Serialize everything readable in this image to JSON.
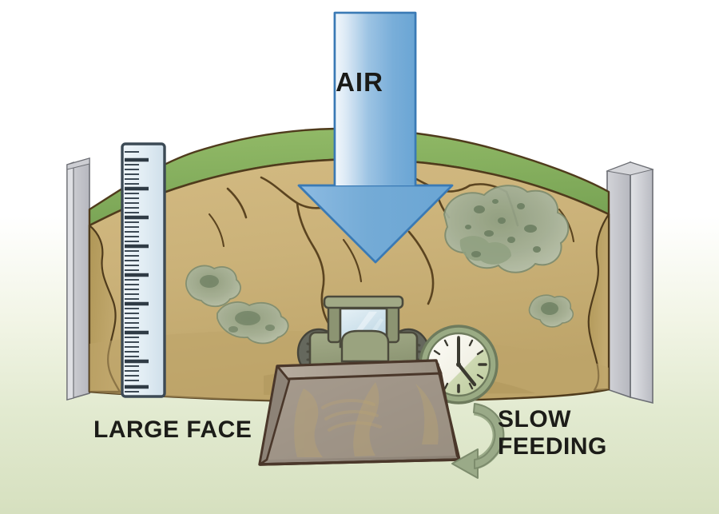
{
  "illustration": {
    "title": "Silage bunker face management diagram",
    "background": {
      "top_color": "#ffffff",
      "bottom_color": "#d6e0bf"
    },
    "labels": {
      "air": "AIR",
      "large_face": "LARGE FACE",
      "slow_feeding_line1": "SLOW",
      "slow_feeding_line2": "FEEDING"
    },
    "colors": {
      "arrow_blue_light": "#eaf2fa",
      "arrow_blue_mid": "#7eb2dd",
      "arrow_blue_dark": "#5d9ed0",
      "arrow_outline": "#3a7ab5",
      "silage_tan": "#cbb279",
      "silage_tan_shadow": "#b49c62",
      "silage_outline": "#4f3b1c",
      "grass_green": "#86b05e",
      "grass_green_dark": "#6d9a4c",
      "mold_green": "#9fae92",
      "mold_green_dark": "#73866a",
      "wall_gray": "#c6c7cc",
      "wall_gray_dark": "#a6a8af",
      "wall_outline": "#6c6e74",
      "ruler_face": "#e3eef5",
      "ruler_outline": "#3c4a55",
      "tick_color": "#2f3b45",
      "tractor_body": "#98a07e",
      "tractor_body_dark": "#7c8567",
      "tractor_glass": "#d6e6ee",
      "tractor_outline": "#4b4a3c",
      "tire_gray": "#6f7266",
      "bucket_fill": "#9a8f84",
      "bucket_light": "#b3a99c",
      "bucket_outline": "#4a372a",
      "clock_rim": "#9aab84",
      "clock_rim_outline": "#6e7b5d",
      "clock_face": "#f7f6ee",
      "clock_face_shade": "#c9d5ab",
      "clock_hand": "#3b3a30",
      "curved_arrow": "#9aaa88",
      "curved_arrow_outline": "#7d8c6d",
      "text_color": "#1c1c18"
    },
    "elements": {
      "air_arrow": {
        "name": "downward air arrow",
        "direction": "down",
        "label": "AIR"
      },
      "ruler": {
        "name": "measuring ruler",
        "tick_count": 9,
        "orientation": "vertical"
      },
      "left_wall": {
        "name": "concrete bunker wall left"
      },
      "right_wall": {
        "name": "concrete bunker wall right"
      },
      "silage_pile": {
        "name": "silage pile with exposed face",
        "cover_color": "#86b05e",
        "face_color": "#cbb279"
      },
      "mold_patches": [
        {
          "name": "mold patch left small"
        },
        {
          "name": "mold patch left lower"
        },
        {
          "name": "mold patch center right large"
        },
        {
          "name": "mold patch right small"
        }
      ],
      "tractor": {
        "name": "loader tractor with cab"
      },
      "bucket": {
        "name": "loader bucket"
      },
      "clock": {
        "name": "analog clock",
        "hour_hand_position": "4",
        "minute_hand_position": "12"
      },
      "curved_arrow": {
        "name": "slow feeding curved arrow",
        "direction": "counterclockwise"
      }
    }
  }
}
